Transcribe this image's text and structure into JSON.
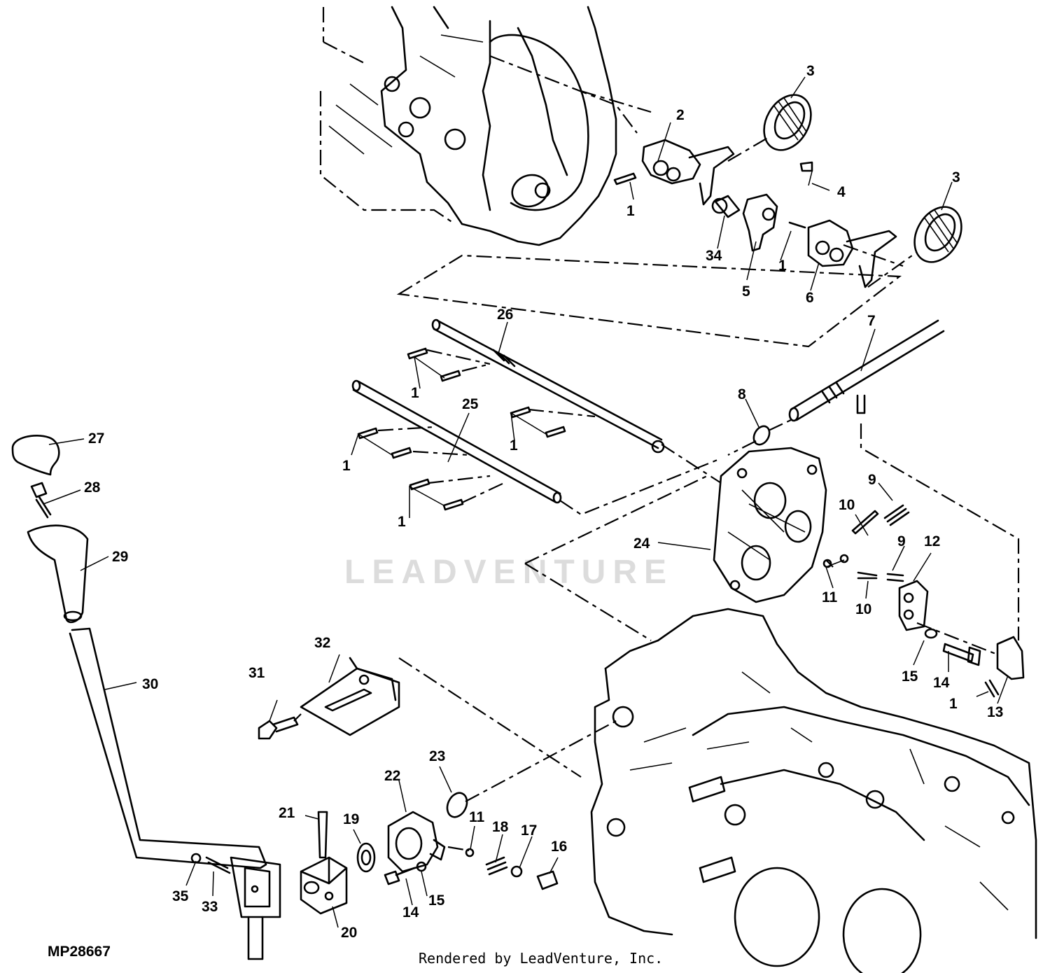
{
  "diagram": {
    "code": "MP28667",
    "credit": "Rendered by LeadVenture, Inc.",
    "watermark": "LEADVENTURE",
    "callouts": [
      "1",
      "2",
      "3",
      "3",
      "4",
      "5",
      "6",
      "7",
      "8",
      "9",
      "9",
      "10",
      "10",
      "11",
      "11",
      "12",
      "13",
      "14",
      "14",
      "15",
      "15",
      "16",
      "17",
      "18",
      "19",
      "20",
      "21",
      "22",
      "23",
      "24",
      "25",
      "26",
      "27",
      "28",
      "29",
      "30",
      "31",
      "32",
      "33",
      "34",
      "35"
    ]
  }
}
